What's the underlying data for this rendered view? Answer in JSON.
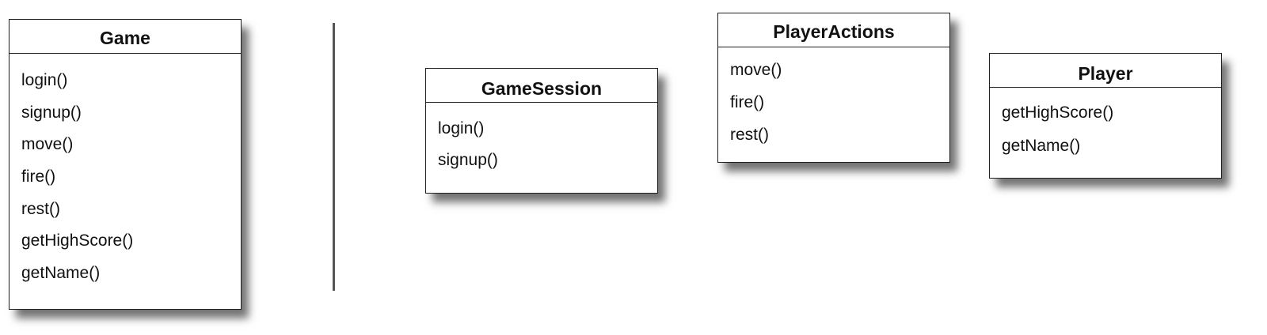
{
  "classes": {
    "game": {
      "name": "Game",
      "methods": [
        "login()",
        "signup()",
        "move()",
        "fire()",
        "rest()",
        "getHighScore()",
        "getName()"
      ]
    },
    "game_session": {
      "name": "GameSession",
      "methods": [
        "login()",
        "signup()"
      ]
    },
    "player_actions": {
      "name": "PlayerActions",
      "methods": [
        "move()",
        "fire()",
        "rest()"
      ]
    },
    "player": {
      "name": "Player",
      "methods": [
        "getHighScore()",
        "getName()"
      ]
    }
  }
}
